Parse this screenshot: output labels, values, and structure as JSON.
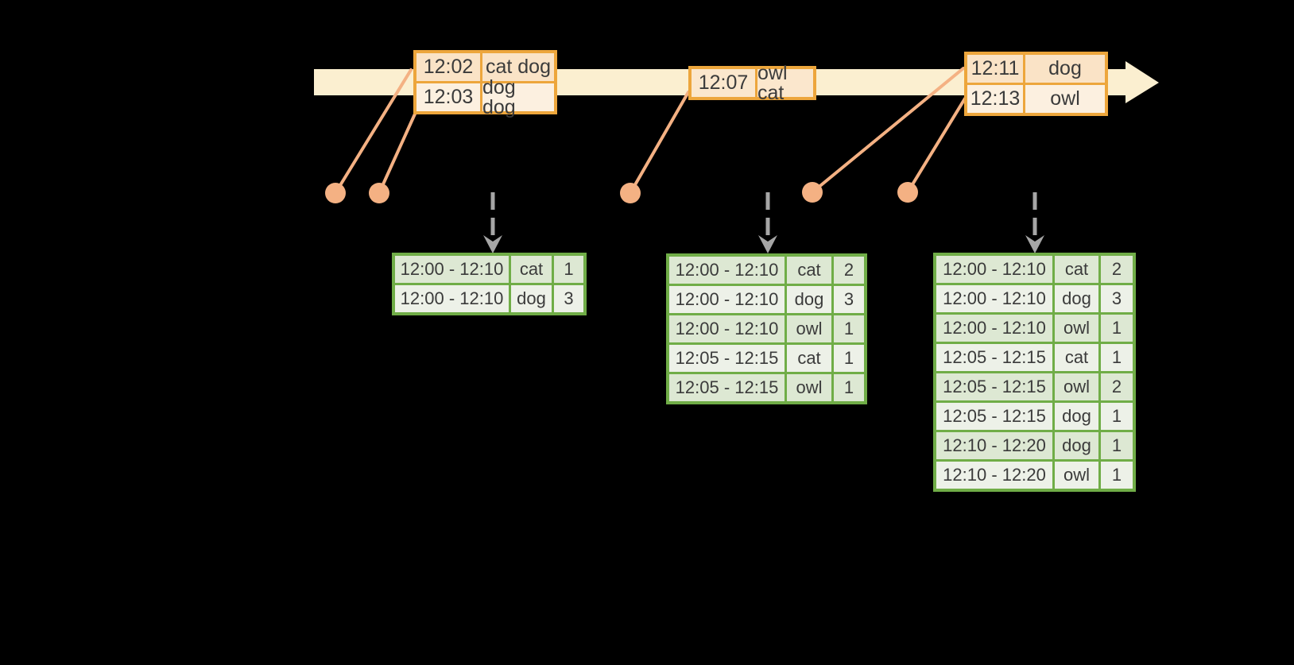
{
  "colors": {
    "background": "#000000",
    "timeline_fill": "#FBEFD0",
    "event_border": "#EDA63C",
    "event_row_dark": "#FAE3C6",
    "event_row_light": "#FCF0E0",
    "event_single_fill": "#FBE7CD",
    "connector_orange": "#F4B183",
    "trigger_gray": "#A6A6A6",
    "result_border": "#70AD47",
    "result_row_dark": "#DDE8D3",
    "result_row_light": "#EDF1E8",
    "text_dark": "#3B3B3B"
  },
  "event_tables": [
    {
      "rows": [
        {
          "time": "12:02",
          "words": "cat dog"
        },
        {
          "time": "12:03",
          "words": "dog dog"
        }
      ]
    },
    {
      "rows": [
        {
          "time": "12:07",
          "words": "owl cat"
        }
      ]
    },
    {
      "rows": [
        {
          "time": "12:11",
          "words": "dog"
        },
        {
          "time": "12:13",
          "words": "owl"
        }
      ]
    }
  ],
  "result_tables": [
    {
      "rows": [
        {
          "window": "12:00 - 12:10",
          "word": "cat",
          "count": "1"
        },
        {
          "window": "12:00 - 12:10",
          "word": "dog",
          "count": "3"
        }
      ]
    },
    {
      "rows": [
        {
          "window": "12:00 - 12:10",
          "word": "cat",
          "count": "2"
        },
        {
          "window": "12:00 - 12:10",
          "word": "dog",
          "count": "3"
        },
        {
          "window": "12:00 - 12:10",
          "word": "owl",
          "count": "1"
        },
        {
          "window": "12:05 - 12:15",
          "word": "cat",
          "count": "1"
        },
        {
          "window": "12:05 - 12:15",
          "word": "owl",
          "count": "1"
        }
      ]
    },
    {
      "rows": [
        {
          "window": "12:00 - 12:10",
          "word": "cat",
          "count": "2"
        },
        {
          "window": "12:00 - 12:10",
          "word": "dog",
          "count": "3"
        },
        {
          "window": "12:00 - 12:10",
          "word": "owl",
          "count": "1"
        },
        {
          "window": "12:05 - 12:15",
          "word": "cat",
          "count": "1"
        },
        {
          "window": "12:05 - 12:15",
          "word": "owl",
          "count": "2"
        },
        {
          "window": "12:05 - 12:15",
          "word": "dog",
          "count": "1"
        },
        {
          "window": "12:10 - 12:20",
          "word": "dog",
          "count": "1"
        },
        {
          "window": "12:10 - 12:20",
          "word": "owl",
          "count": "1"
        }
      ]
    }
  ]
}
